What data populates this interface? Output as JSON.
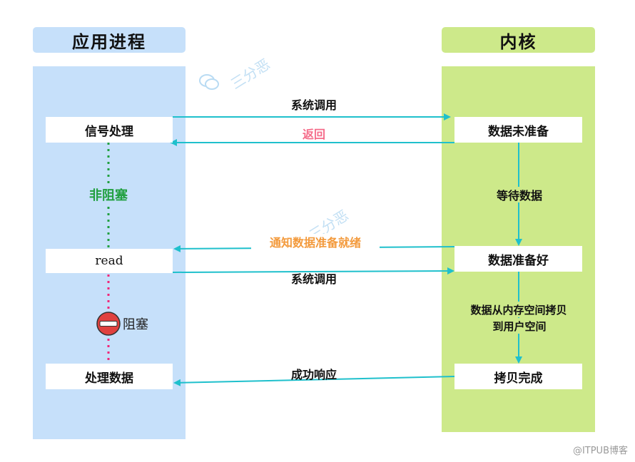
{
  "headers": {
    "left": "应用进程",
    "right": "内核"
  },
  "app_boxes": {
    "signal": "信号处理",
    "read": "read",
    "process": "处理数据"
  },
  "kernel_boxes": {
    "not_ready": "数据未准备",
    "ready": "数据准备好",
    "copied": "拷贝完成"
  },
  "arrows": {
    "syscall1": "系统调用",
    "return": "返回",
    "notify": "通知数据准备就绪",
    "syscall2": "系统调用",
    "success": "成功响应"
  },
  "kernel_steps": {
    "wait": "等待数据",
    "copy_line1": "数据从内存空间拷贝",
    "copy_line2": "到用户空间"
  },
  "states": {
    "non_blocking": "非阻塞",
    "blocking": "阻塞"
  },
  "watermark": "三分恶",
  "footer": "@ITPUB博客",
  "colors": {
    "app": "#c6e0fa",
    "kernel": "#cde98a",
    "arrow": "#1fc0cc",
    "non_blocking": "#21a040",
    "blocking": "#f0287a",
    "return_text": "#f56c8a",
    "notify_text": "#f39a3c"
  },
  "icons": {
    "wechat": "wechat-icon",
    "stop": "no-entry-icon"
  }
}
